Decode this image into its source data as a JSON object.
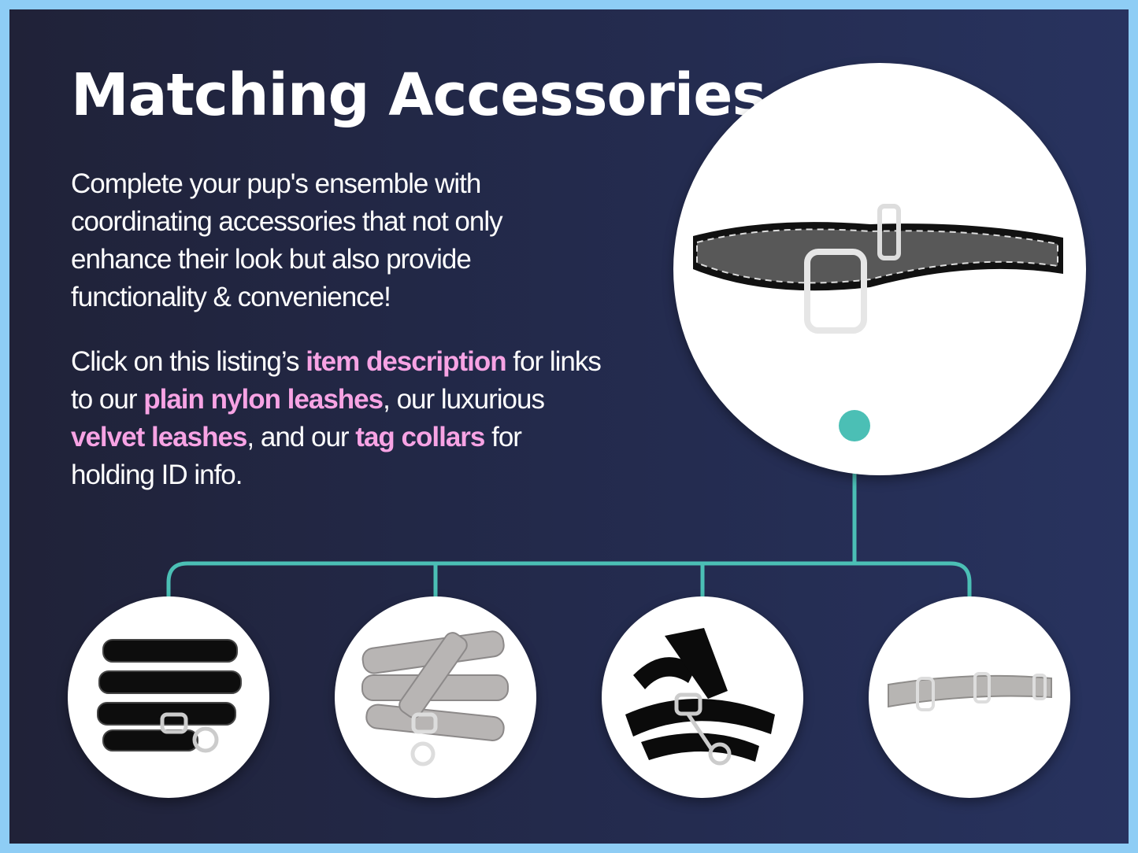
{
  "title": "Matching Accessories",
  "intro": "Complete your pup's ensemble with coordinating accessories that not only enhance their look but also provide functionality & convenience!",
  "links_paragraph": {
    "t1": "Click on this listing’s ",
    "link1": "item description",
    "t2": " for links to our ",
    "link2": "plain nylon leashes",
    "t3": ", our luxurious ",
    "link3": "velvet leashes",
    "t4": ", and our ",
    "link4": "tag collars",
    "t5": " for holding ID info."
  },
  "colors": {
    "border": "#8ecdf5",
    "accent": "#4bbfb5",
    "highlight": "#f7a3e4"
  },
  "products": [
    {
      "name": "martingale-collar-silver-pattern"
    },
    {
      "name": "black-velvet-leash"
    },
    {
      "name": "grey-velvet-leash"
    },
    {
      "name": "black-nylon-leash"
    },
    {
      "name": "grey-tag-collar"
    }
  ]
}
